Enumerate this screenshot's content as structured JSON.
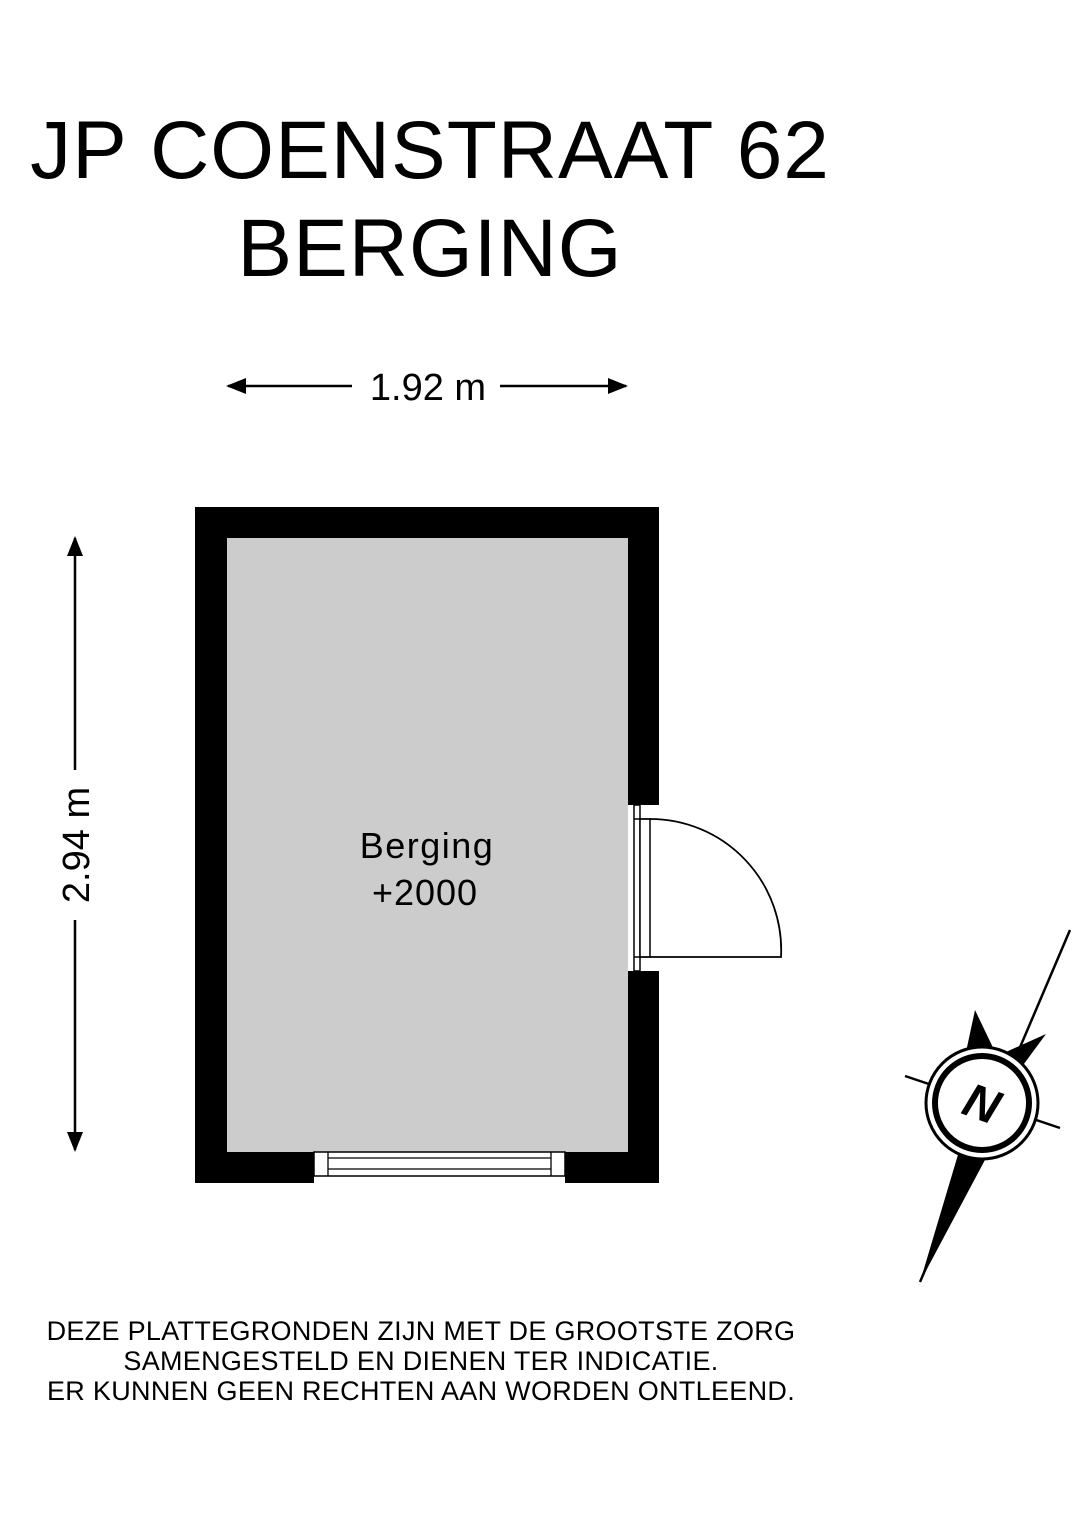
{
  "title": {
    "line1": "JP COENSTRAAT 62",
    "line2": "BERGING"
  },
  "dimensions": {
    "width": "1.92 m",
    "height": "2.94 m"
  },
  "room": {
    "name": "Berging",
    "level": "+2000",
    "fill_color": "#cccccc"
  },
  "compass": {
    "letter": "N",
    "icon": "north-arrow-icon"
  },
  "disclaimer": {
    "line1": "DEZE PLATTEGRONDEN ZIJN MET DE GROOTSTE ZORG",
    "line2": "SAMENGESTELD EN DIENEN TER INDICATIE.",
    "line3": "ER KUNNEN GEEN RECHTEN AAN WORDEN ONTLEEND."
  }
}
